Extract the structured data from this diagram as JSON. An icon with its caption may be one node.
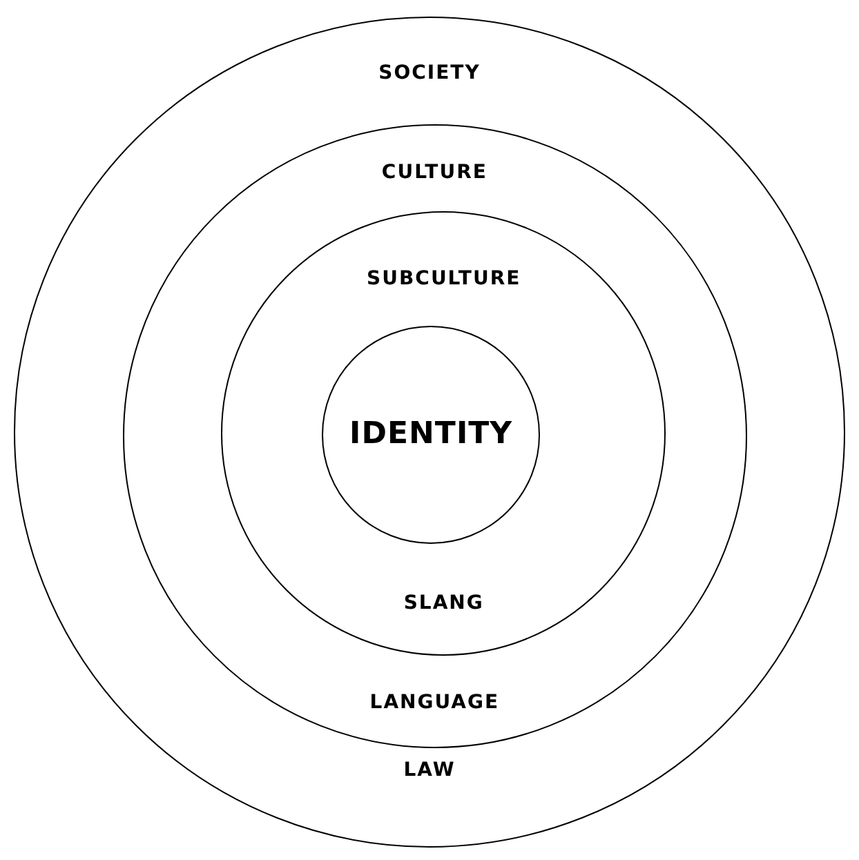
{
  "diagram": {
    "nodes": [
      {
        "text": [
          "SOCIETY",
          "LAW"
        ]
      },
      {
        "text": [
          "CULTURE",
          "LANGUAGE"
        ],
        "in": 0
      },
      {
        "text": [
          "SUBCULTURE",
          "SLANG"
        ],
        "in": 1
      },
      {
        "text": [
          "IDENTITY"
        ],
        "in": 2
      }
    ]
  }
}
